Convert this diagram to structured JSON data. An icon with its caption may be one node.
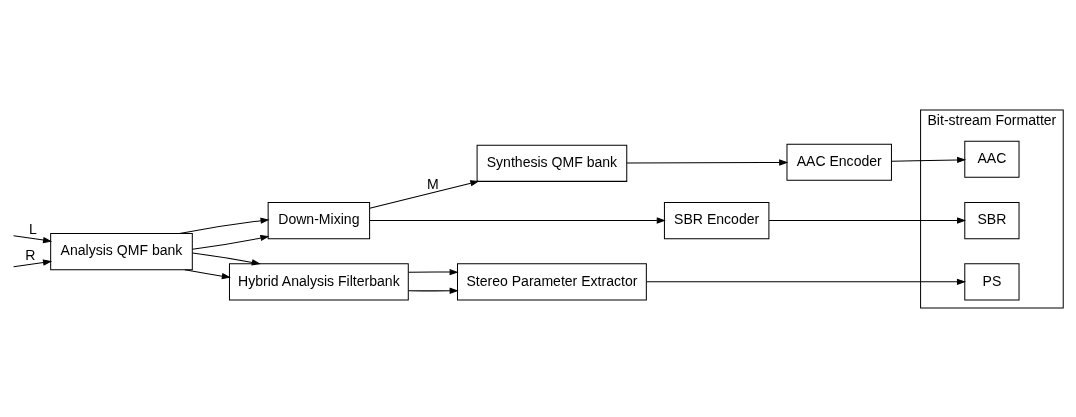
{
  "diagram": {
    "nodes": [
      {
        "text": [
          "Analysis QMF bank"
        ]
      },
      {
        "text": [
          "Down-Mixing"
        ]
      },
      {
        "text": [
          "Synthesis QMF bank"
        ]
      },
      {
        "text": [
          "Hybrid Analysis Filterbank"
        ]
      },
      {
        "text": [
          "Stereo Parameter Extractor"
        ]
      },
      {
        "text": [
          "SBR Encoder"
        ]
      },
      {
        "text": [
          "AAC Encoder"
        ]
      },
      {
        "text": [
          "Bit-stream Formatter"
        ]
      },
      {
        "text": [
          "PS"
        ],
        "in": 7
      },
      {
        "text": [
          "SBR"
        ],
        "in": 7
      },
      {
        "text": [
          "AAC"
        ],
        "in": 7
      }
    ],
    "edges": [
      {
        "from": null,
        "to": 0,
        "arrow": "to",
        "label": "L"
      },
      {
        "from": null,
        "to": 0,
        "arrow": "to",
        "label": "R"
      },
      {
        "from": 0,
        "to": 1,
        "arrow": "to"
      },
      {
        "from": 0,
        "to": 1,
        "arrow": "to"
      },
      {
        "from": 0,
        "to": 3,
        "arrow": "to"
      },
      {
        "from": 0,
        "to": 3,
        "arrow": "to"
      },
      {
        "from": 1,
        "to": 2,
        "arrow": "to",
        "label": "M"
      },
      {
        "from": 1,
        "to": 5,
        "arrow": "to"
      },
      {
        "from": 3,
        "to": 4,
        "arrow": "to"
      },
      {
        "from": 3,
        "to": 4,
        "arrow": "to"
      },
      {
        "from": 4,
        "to": 8,
        "arrow": "to"
      },
      {
        "from": 5,
        "to": 9,
        "arrow": "to"
      },
      {
        "from": 2,
        "to": 6,
        "arrow": "to"
      },
      {
        "from": 6,
        "to": 10,
        "arrow": "to"
      }
    ]
  }
}
